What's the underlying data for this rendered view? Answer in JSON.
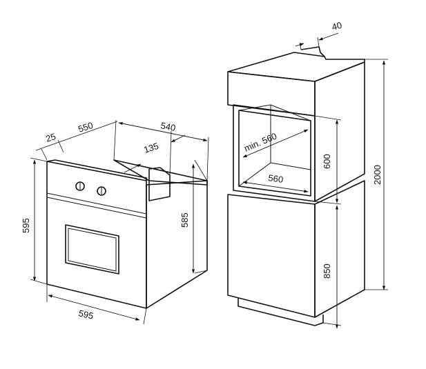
{
  "oven": {
    "dims": {
      "depth_front": "25",
      "depth": "550",
      "body_width": "540",
      "cable_offset": "135",
      "front_height": "595",
      "body_height": "585",
      "front_width": "595"
    }
  },
  "cabinet": {
    "dims": {
      "rear_gap": "40",
      "niche_depth": "min. 560",
      "niche_width": "560",
      "niche_height": "600",
      "base_height": "850",
      "total_height": "2000"
    }
  },
  "colors": {
    "line": "#111111",
    "background": "#ffffff"
  }
}
